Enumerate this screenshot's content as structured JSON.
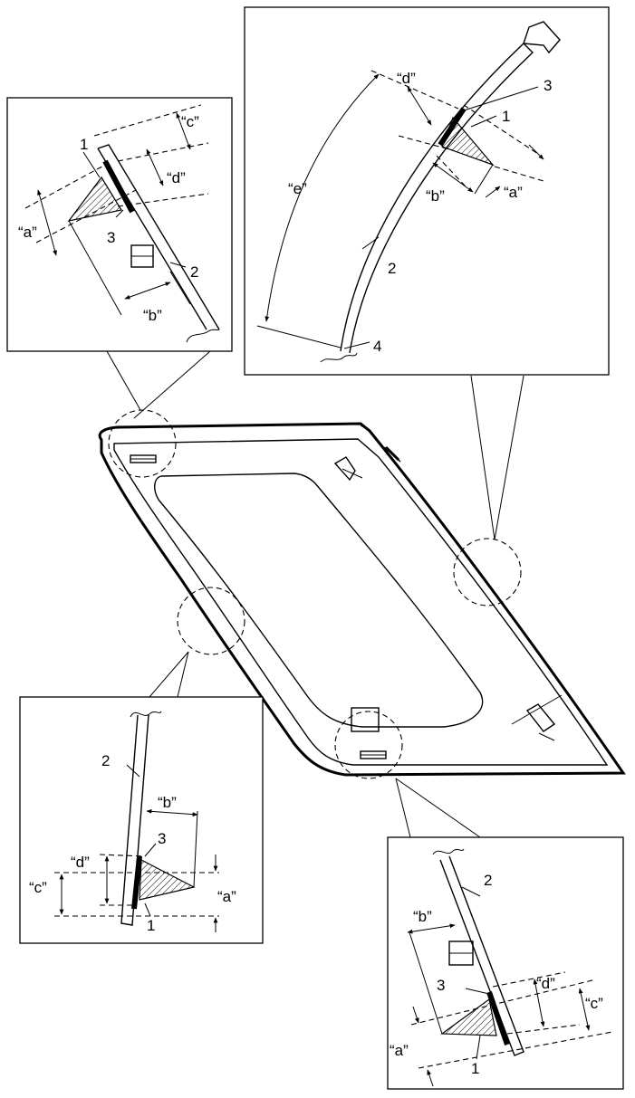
{
  "labels": {
    "part_1": "1",
    "part_2": "2",
    "part_3": "3",
    "part_4": "4",
    "dim_a": "“a”",
    "dim_b": "“b”",
    "dim_c": "“c”",
    "dim_d": "“d”",
    "dim_e": "“e”"
  },
  "detail_views": [
    "top-left",
    "top-right",
    "bottom-left",
    "bottom-right"
  ]
}
